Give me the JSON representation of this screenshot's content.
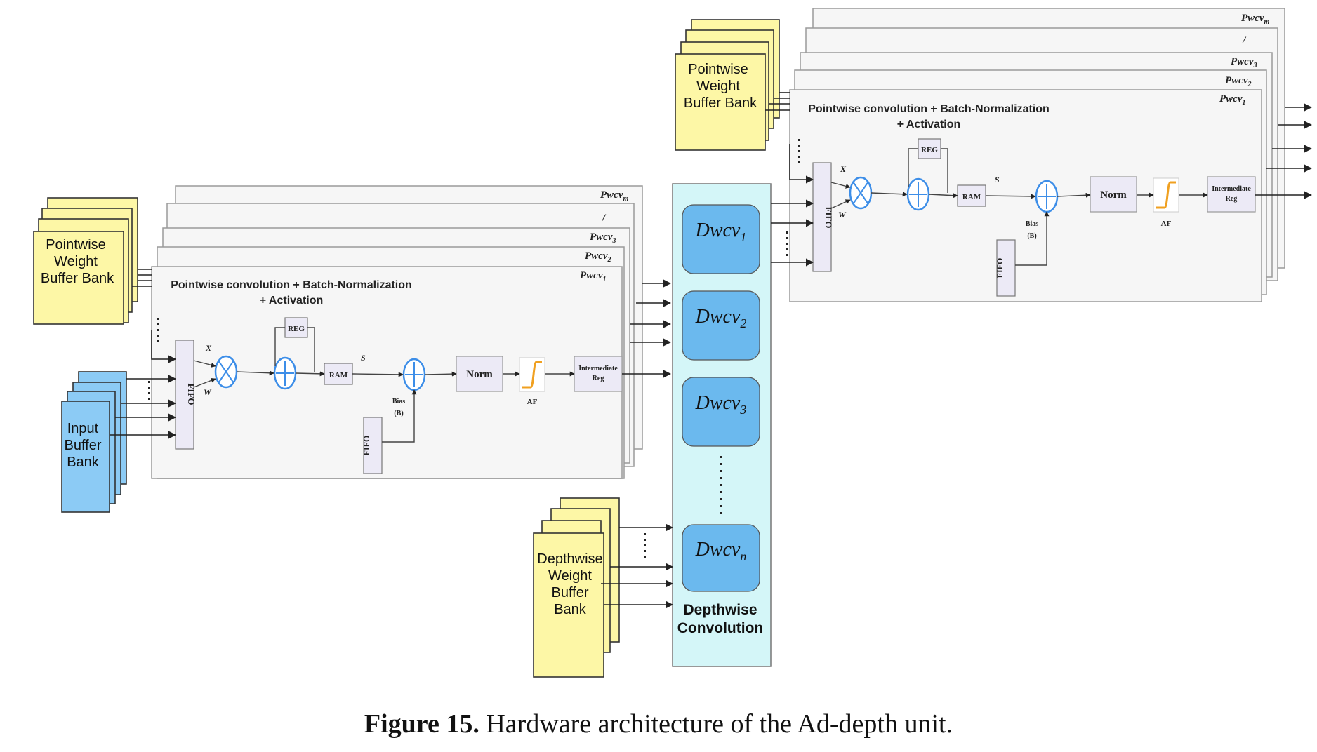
{
  "colors": {
    "weight_buffer": "#fdf7a6",
    "input_buffer": "#8ccbf5",
    "depthwise_panel": "#d4f6f8",
    "dwcv_block": "#6bb9ee",
    "stack_panel": "#f6f6f6",
    "fifo": "#eceaf6",
    "operator": "#3d8ee8",
    "activation_curve": "#f0a020"
  },
  "left_unit": {
    "weight_buffer_label": [
      "Pointwise",
      "Weight",
      "Buffer Bank"
    ],
    "input_buffer_label": [
      "Input",
      "Buffer",
      "Bank"
    ],
    "stack_labels": {
      "m": "m",
      "slash": "/",
      "three": "3",
      "two": "2",
      "one": "1"
    },
    "pwcv_prefix": "Pwcv",
    "title_line1": "Pointwise convolution + Batch-Normalization",
    "title_line2": "+ Activation",
    "fifo": "FIFO",
    "reg": "REG",
    "ram": "RAM",
    "norm": "Norm",
    "intermediate_reg": [
      "Intermediate",
      "Reg"
    ],
    "af": "AF",
    "bias": [
      "Bias",
      "(B)"
    ],
    "x": "X",
    "w": "W",
    "s": "S"
  },
  "right_unit": {
    "weight_buffer_label": [
      "Pointwise",
      "Weight",
      "Buffer Bank"
    ],
    "pwcv_prefix": "Pwcv",
    "title_line1": "Pointwise convolution + Batch-Normalization",
    "title_line2": "+ Activation",
    "fifo": "FIFO",
    "reg": "REG",
    "ram": "RAM",
    "norm": "Norm",
    "intermediate_reg": [
      "Intermediate",
      "Reg"
    ],
    "af": "AF",
    "bias": [
      "Bias",
      "(B)"
    ],
    "x": "X",
    "w": "W",
    "s": "S"
  },
  "depthwise": {
    "blocks": [
      {
        "base": "Dwcv",
        "sub": "1"
      },
      {
        "base": "Dwcv",
        "sub": "2"
      },
      {
        "base": "Dwcv",
        "sub": "3"
      },
      {
        "base": "Dwcv",
        "sub": "n"
      }
    ],
    "label": [
      "Depthwise",
      "Convolution"
    ],
    "weight_buffer_label": [
      "Depthwise",
      "Weight",
      "Buffer",
      "Bank"
    ]
  },
  "caption": {
    "bold": "Figure 15.",
    "text": " Hardware architecture of the Ad-depth unit."
  }
}
